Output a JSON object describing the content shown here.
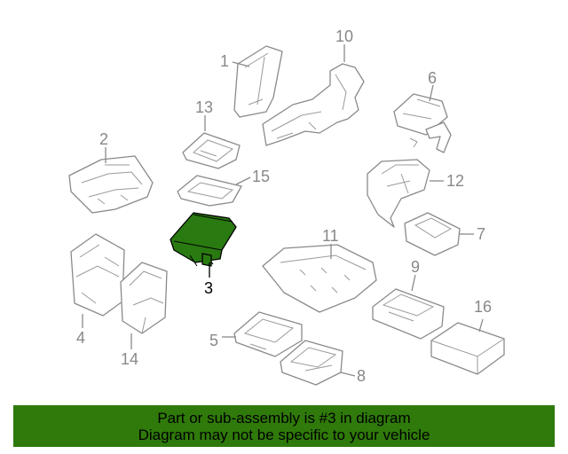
{
  "diagram": {
    "callouts": [
      "1",
      "2",
      "3",
      "4",
      "5",
      "6",
      "7",
      "8",
      "9",
      "10",
      "11",
      "12",
      "13",
      "14",
      "15",
      "16"
    ],
    "highlighted_part": "3",
    "highlight_color": "#2a7a12",
    "part_outline_color": "#8a8a8a"
  },
  "banner": {
    "line1": "Part or sub-assembly is #3 in diagram",
    "line2": "Diagram may not be specific to your vehicle",
    "background": "#2f7a0a"
  }
}
